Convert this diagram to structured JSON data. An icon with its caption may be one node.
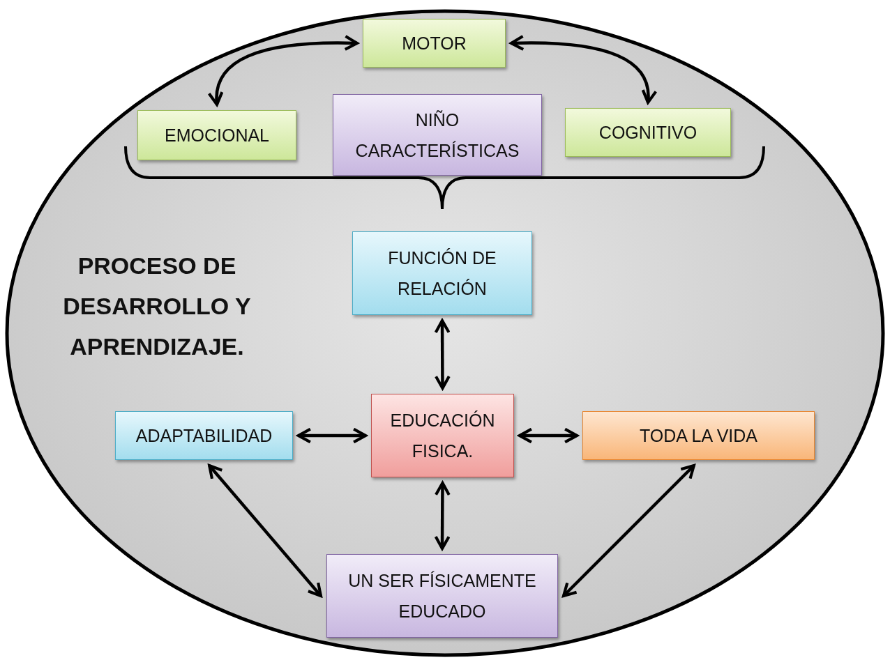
{
  "diagram": {
    "nodes": [
      {
        "text": [
          "PROCESO DE DESARROLLO Y APRENDIZAJE."
        ]
      },
      {
        "text": [
          "MOTOR"
        ],
        "in": 0
      },
      {
        "text": [
          "EMOCIONAL"
        ],
        "in": 0
      },
      {
        "text": [
          "NIÑO CARACTERÍSTICAS"
        ],
        "in": 0
      },
      {
        "text": [
          "COGNITIVO"
        ],
        "in": 0
      },
      {
        "text": [
          "FUNCIÓN DE RELACIÓN"
        ],
        "in": 0
      },
      {
        "text": [
          "ADAPTABILIDAD"
        ],
        "in": 0
      },
      {
        "text": [
          "EDUCACIÓN FISICA."
        ],
        "in": 0
      },
      {
        "text": [
          "TODA LA VIDA"
        ],
        "in": 0
      },
      {
        "text": [
          "UN SER FÍSICAMENTE EDUCADO"
        ],
        "in": 0
      }
    ],
    "edges": [
      {
        "from": 1,
        "to": 2,
        "arrow": "both"
      },
      {
        "from": 1,
        "to": 4,
        "arrow": "both"
      },
      {
        "from": 5,
        "to": 7,
        "arrow": "both"
      },
      {
        "from": 6,
        "to": 7,
        "arrow": "both"
      },
      {
        "from": 7,
        "to": 8,
        "arrow": "both"
      },
      {
        "from": 7,
        "to": 9,
        "arrow": "both"
      },
      {
        "from": 6,
        "to": 9,
        "arrow": "both"
      },
      {
        "from": 8,
        "to": 9,
        "arrow": "both"
      }
    ]
  }
}
